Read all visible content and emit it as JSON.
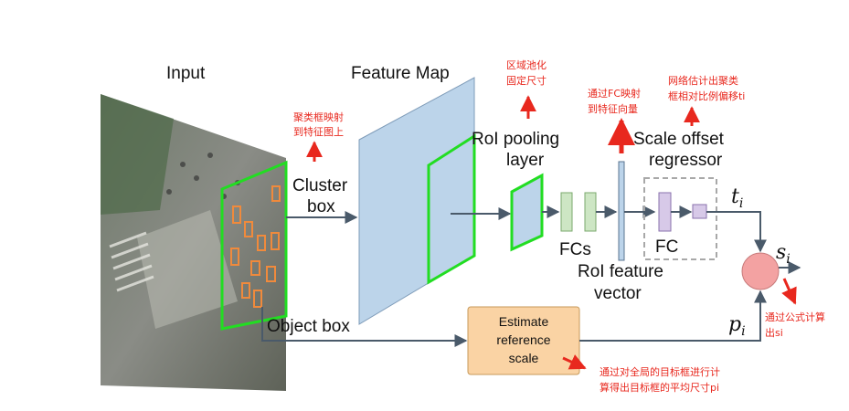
{
  "labels": {
    "input": "Input",
    "feature_map": "Feature Map",
    "cluster": "Cluster",
    "box": "box",
    "roi_pooling_1": "RoI pooling",
    "roi_pooling_2": "layer",
    "fcs": "FCs",
    "roi_feature_1": "RoI feature",
    "roi_feature_2": "vector",
    "scale_offset_1": "Scale offset",
    "scale_offset_2": "regressor",
    "fc": "FC",
    "object_box": "Object box",
    "estimate_1": "Estimate",
    "estimate_2": "reference",
    "estimate_3": "scale"
  },
  "math": {
    "t": "t",
    "t_sub": "i",
    "s": "s",
    "s_sub": "i",
    "p": "p",
    "p_sub": "i"
  },
  "notes": {
    "cluster_map_1": "聚类框映射",
    "cluster_map_2": "到特征图上",
    "roi_pool_1": "区域池化",
    "roi_pool_2": "固定尺寸",
    "fc_map_1": "通过FC映射",
    "fc_map_2": "到特征向量",
    "net_est_1": "网络估计出聚类",
    "net_est_2": "框相对比例偏移ti",
    "formula_1": "通过公式计算",
    "formula_2": "出si",
    "global_1": "通过对全局的目标框进行计",
    "global_2": "算得出目标框的平均尺寸pi"
  },
  "colors": {
    "feature_map": "#bcd4ea",
    "green": "#22dd22",
    "fc_green": "#cde6c4",
    "fc_purple": "#d7c9e8",
    "estimate_fill": "#fad3a4",
    "estimate_stroke": "#c79a5a",
    "circle": "#f3a2a2",
    "arrow": "#4a5a6a",
    "annotation": "#e8281e",
    "orange_box": "#f08a3c"
  }
}
